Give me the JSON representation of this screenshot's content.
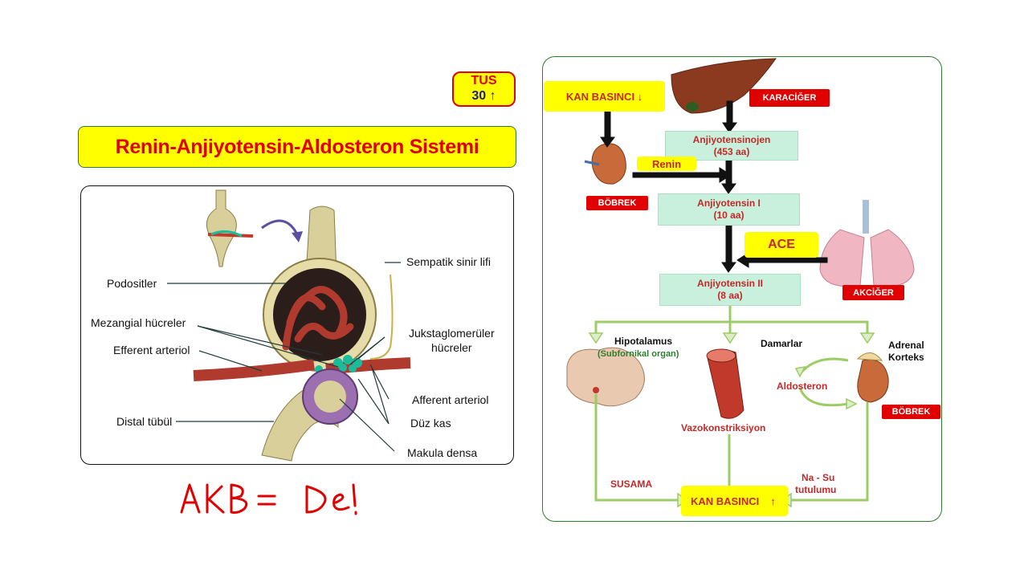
{
  "badge": {
    "line1": "TUS",
    "line2": "30 ↑"
  },
  "title": "Renin-Anjiyotensin-Aldosteron Sistemi",
  "left_diagram": {
    "labels": {
      "podositler": "Podositler",
      "mezangial": "Mezangial hücreler",
      "efferent": "Efferent arteriol",
      "distal": "Distal tübül",
      "sempatik": "Sempatik sinir lifi",
      "juksta1": "Jukstaglomerüler",
      "juksta2": "hücreler",
      "afferent": "Afferent arteriol",
      "duz_kas": "Düz kas",
      "makula": "Makula densa"
    }
  },
  "handwriting": "AKB= De!",
  "flow": {
    "kan_basinci_top": "KAN BASINCI ↓",
    "karaciger": "KARACİĞER",
    "angiotensinogen": {
      "line1": "Anjiyotensinojen",
      "line2": "(453 aa)"
    },
    "renin": "Renin",
    "bobrek1": "BÖBREK",
    "ang1": {
      "line1": "Anjiyotensin I",
      "line2": "(10 aa)"
    },
    "ace": "ACE",
    "akciger": "AKCİĞER",
    "ang2": {
      "line1": "Anjiyotensin II",
      "line2": "(8 aa)"
    },
    "hipotalamus": "Hipotalamus",
    "subfornikal": "(Subfornikal organ)",
    "damarlar": "Damarlar",
    "adrenal1": "Adrenal",
    "adrenal2": "Korteks",
    "aldosteron": "Aldosteron",
    "bobrek2": "BÖBREK",
    "vazokonstriksiyon": "Vazokonstriksiyon",
    "susama": "SUSAMA",
    "na_su1": "Na - Su",
    "na_su2": "tutulumu",
    "kan_basinci_bottom": "KAN BASINCI",
    "up_arrow": "↑"
  }
}
